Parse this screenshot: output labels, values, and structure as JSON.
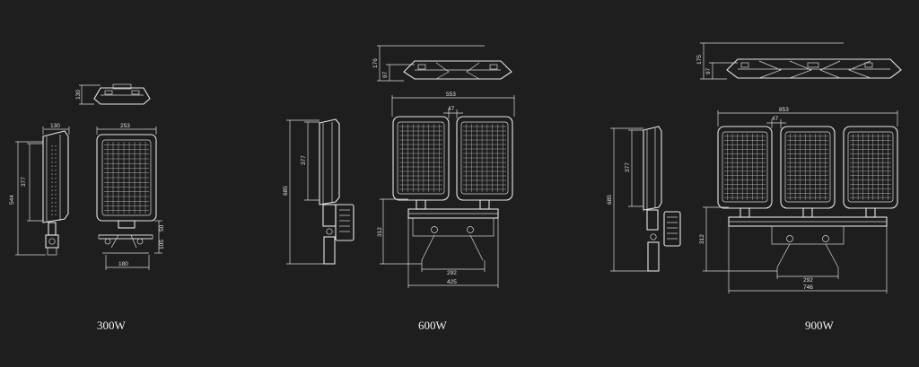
{
  "products": [
    {
      "caption": "300W",
      "dims": {
        "top_height": "130",
        "side_width": "130",
        "total_height": "544",
        "module_height": "377",
        "front_width": "253",
        "bracket_a": "50",
        "bracket_b": "105",
        "base_width": "180"
      }
    },
    {
      "caption": "600W",
      "dims": {
        "top_height": "176",
        "top_inner": "97",
        "total_width": "553",
        "gap": "47",
        "total_height": "685",
        "module_height": "377",
        "bracket_height": "312",
        "bracket_inner": "292",
        "bracket_outer": "425"
      }
    },
    {
      "caption": "900W",
      "dims": {
        "top_height": "175",
        "top_inner": "97",
        "total_width": "853",
        "gap": "47",
        "total_height": "685",
        "module_height": "377",
        "bracket_height": "312",
        "bracket_inner": "292",
        "bracket_outer": "746"
      }
    }
  ],
  "colors": {
    "background": "#1e1e1e",
    "line": "#d8d8d8",
    "text": "#f2f2f2"
  }
}
